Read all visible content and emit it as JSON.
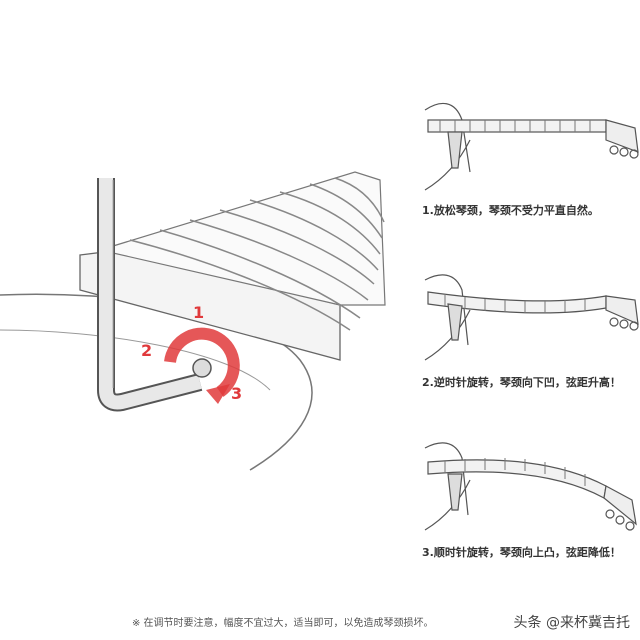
{
  "steps": [
    {
      "label": "1.放松琴颈，琴颈不受力平直自然。"
    },
    {
      "label": "2.逆时针旋转，琴颈向下凹，弦距升高！"
    },
    {
      "label": "3.顺时针旋转，琴颈向上凸，弦距降低！"
    }
  ],
  "rotation_numbers": [
    "1",
    "2",
    "3"
  ],
  "footnote": "※   在调节时要注意，幅度不宜过大，适当即可，以免造成琴颈损坏。",
  "watermark": "头条 @来杯冀吉托",
  "colors": {
    "line": "#555555",
    "accent": "#e0393b",
    "text": "#333333"
  }
}
